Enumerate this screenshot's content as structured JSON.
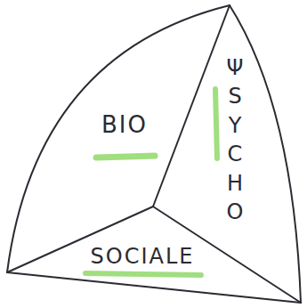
{
  "diagram": {
    "nodes": [
      {
        "text": [
          "BIO"
        ]
      },
      {
        "text": [
          "ΨSYCHO"
        ]
      },
      {
        "text": [
          "SOCIALE"
        ]
      }
    ]
  }
}
